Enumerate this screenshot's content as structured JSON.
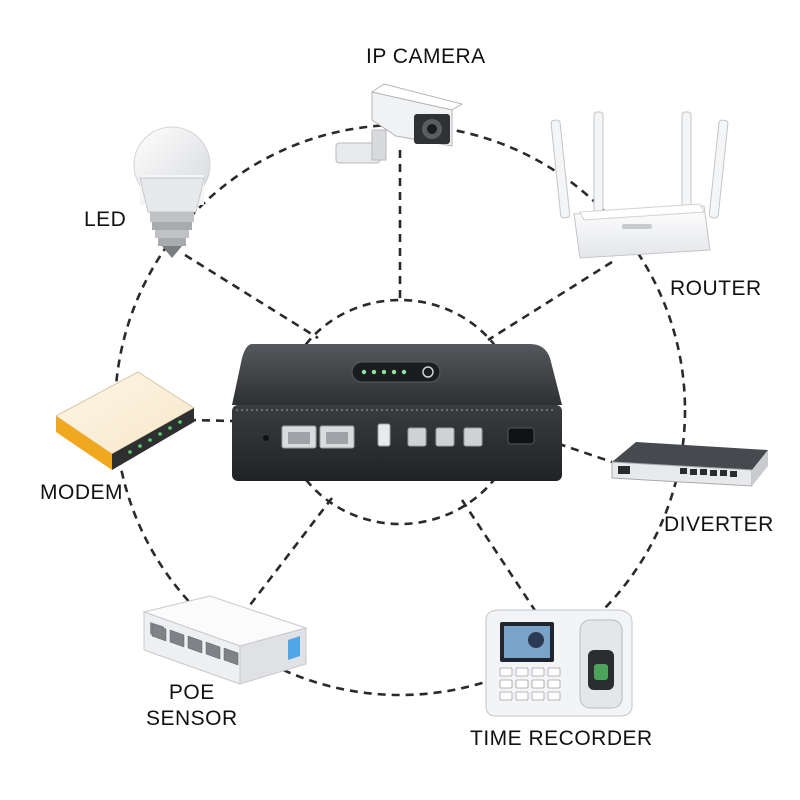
{
  "labels": {
    "ip_camera": "IP CAMERA",
    "led": "LED",
    "router": "ROUTER",
    "modem": "MODEM",
    "diverter": "DIVERTER",
    "poe_line1": "POE",
    "poe_line2": "SENSOR",
    "time_recorder": "TIME RECORDER"
  },
  "colors": {
    "line": "#2a2a2a",
    "hub_body": "#3b3d40",
    "modem_accent": "#f0a81e",
    "led_green": "#56d16a"
  },
  "icons": [
    "camera-icon",
    "led-bulb-icon",
    "router-icon",
    "modem-icon",
    "diverter-icon",
    "poe-switch-icon",
    "time-recorder-icon",
    "ups-hub-icon"
  ]
}
